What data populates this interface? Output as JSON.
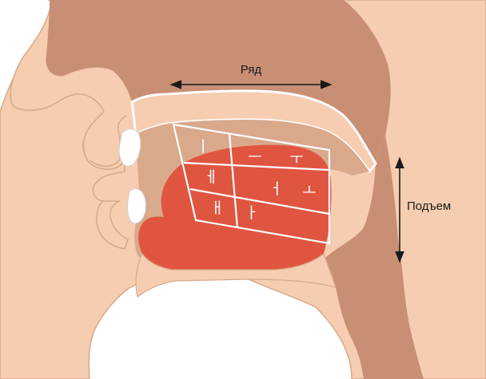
{
  "colors": {
    "background": "#ffffff",
    "skin": "#f6cdb0",
    "skin_outline": "#d7a889",
    "cavity": "#c88f74",
    "oral_cavity": "#d9a98c",
    "tongue": "#e05540",
    "teeth": "#ffffff",
    "grid_lines": "#ffffff",
    "arrows": "#1a1a1a"
  },
  "labels": {
    "row": "Ряд",
    "height": "Подъем"
  },
  "vowel_grid": {
    "front_high": "ㅣ",
    "central_high": "ㅡ",
    "back_high": "ㅜ",
    "front_mid": "ㅔ",
    "central_mid": "ㅓ",
    "back_mid": "ㅗ",
    "front_low": "ㅐ",
    "central_low": "ㅏ"
  }
}
